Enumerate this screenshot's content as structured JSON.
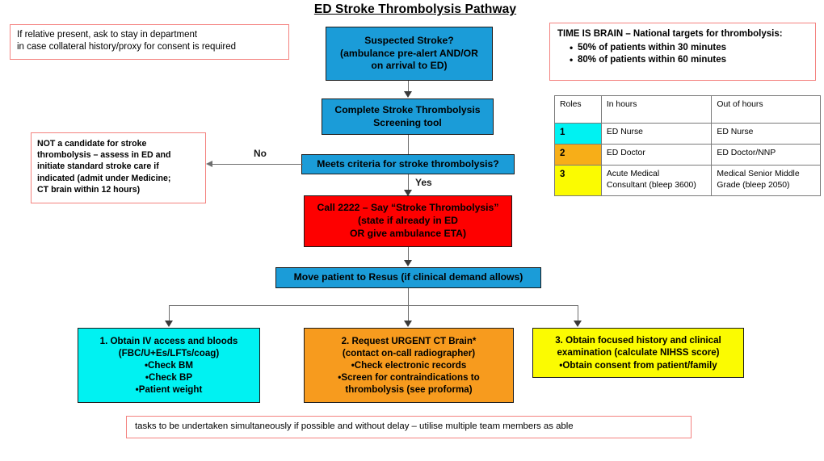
{
  "title": "ED Stroke Thrombolysis Pathway",
  "notes": {
    "relative": {
      "line1": "If relative present, ask to stay in department",
      "line2": "in case collateral history/proxy for consent is required"
    },
    "time_is_brain": {
      "heading": "TIME IS BRAIN – National targets for thrombolysis:",
      "bullets": [
        "50% of patients within 30 minutes",
        "80% of patients within 60 minutes"
      ]
    },
    "not_candidate": {
      "line1": "NOT a candidate for stroke",
      "line2": "thrombolysis – assess in ED  and",
      "line3": "initiate standard stroke care if",
      "line4": "indicated (admit under Medicine;",
      "line5": "CT brain within 12 hours)"
    },
    "tasks_footer": "tasks to be undertaken simultaneously if possible and without delay – utilise multiple team members as able"
  },
  "flow": {
    "suspected": {
      "line1": "Suspected Stroke?",
      "line2": "(ambulance pre-alert AND/OR",
      "line3": "on arrival to ED)"
    },
    "screening": {
      "line1": "Complete Stroke Thrombolysis",
      "line2": "Screening tool"
    },
    "criteria": {
      "line1": "Meets criteria for stroke thrombolysis?"
    },
    "call2222": {
      "line1": "Call 2222 – Say “Stroke Thrombolysis”",
      "line2": "(state if already in ED",
      "line3": "OR give ambulance ETA)"
    },
    "resus": {
      "line1": "Move patient to Resus (if clinical demand allows)"
    },
    "task1": {
      "line1": "1. Obtain IV access and bloods",
      "line2": "(FBC/U+Es/LFTs/coag)",
      "line3": "•Check BM",
      "line4": "•Check BP",
      "line5": "•Patient weight"
    },
    "task2": {
      "line1": "2. Request URGENT CT Brain*",
      "line2": "(contact on-call radiographer)",
      "line3": "•Check electronic records",
      "line4": "•Screen for contraindications to",
      "line5": "thrombolysis (see proforma)"
    },
    "task3": {
      "line1": "3. Obtain focused history and clinical",
      "line2": "examination (calculate NIHSS score)",
      "line3": "•Obtain consent from patient/family"
    },
    "edge_no": "No",
    "edge_yes": "Yes"
  },
  "roles_table": {
    "headers": [
      "Roles",
      "In hours",
      "Out of hours"
    ],
    "rows": [
      {
        "num": "1",
        "in_hours": "ED Nurse",
        "out_of_hours": "ED Nurse"
      },
      {
        "num": "2",
        "in_hours": "ED Doctor",
        "out_of_hours": "ED Doctor/NNP"
      },
      {
        "num": "3",
        "in_hours_l1": "Acute Medical",
        "in_hours_l2": "Consultant (bleep 3600)",
        "out_l1": "Medical Senior Middle",
        "out_l2": "Grade (bleep 2050)"
      }
    ]
  },
  "colors": {
    "blue": "#1B9CD8",
    "red": "#FE0000",
    "cyan": "#00F2F2",
    "orange": "#F79B1E",
    "yellow": "#FBFB01",
    "note_border": "#F4827F",
    "connector": "#6E6E6E"
  }
}
